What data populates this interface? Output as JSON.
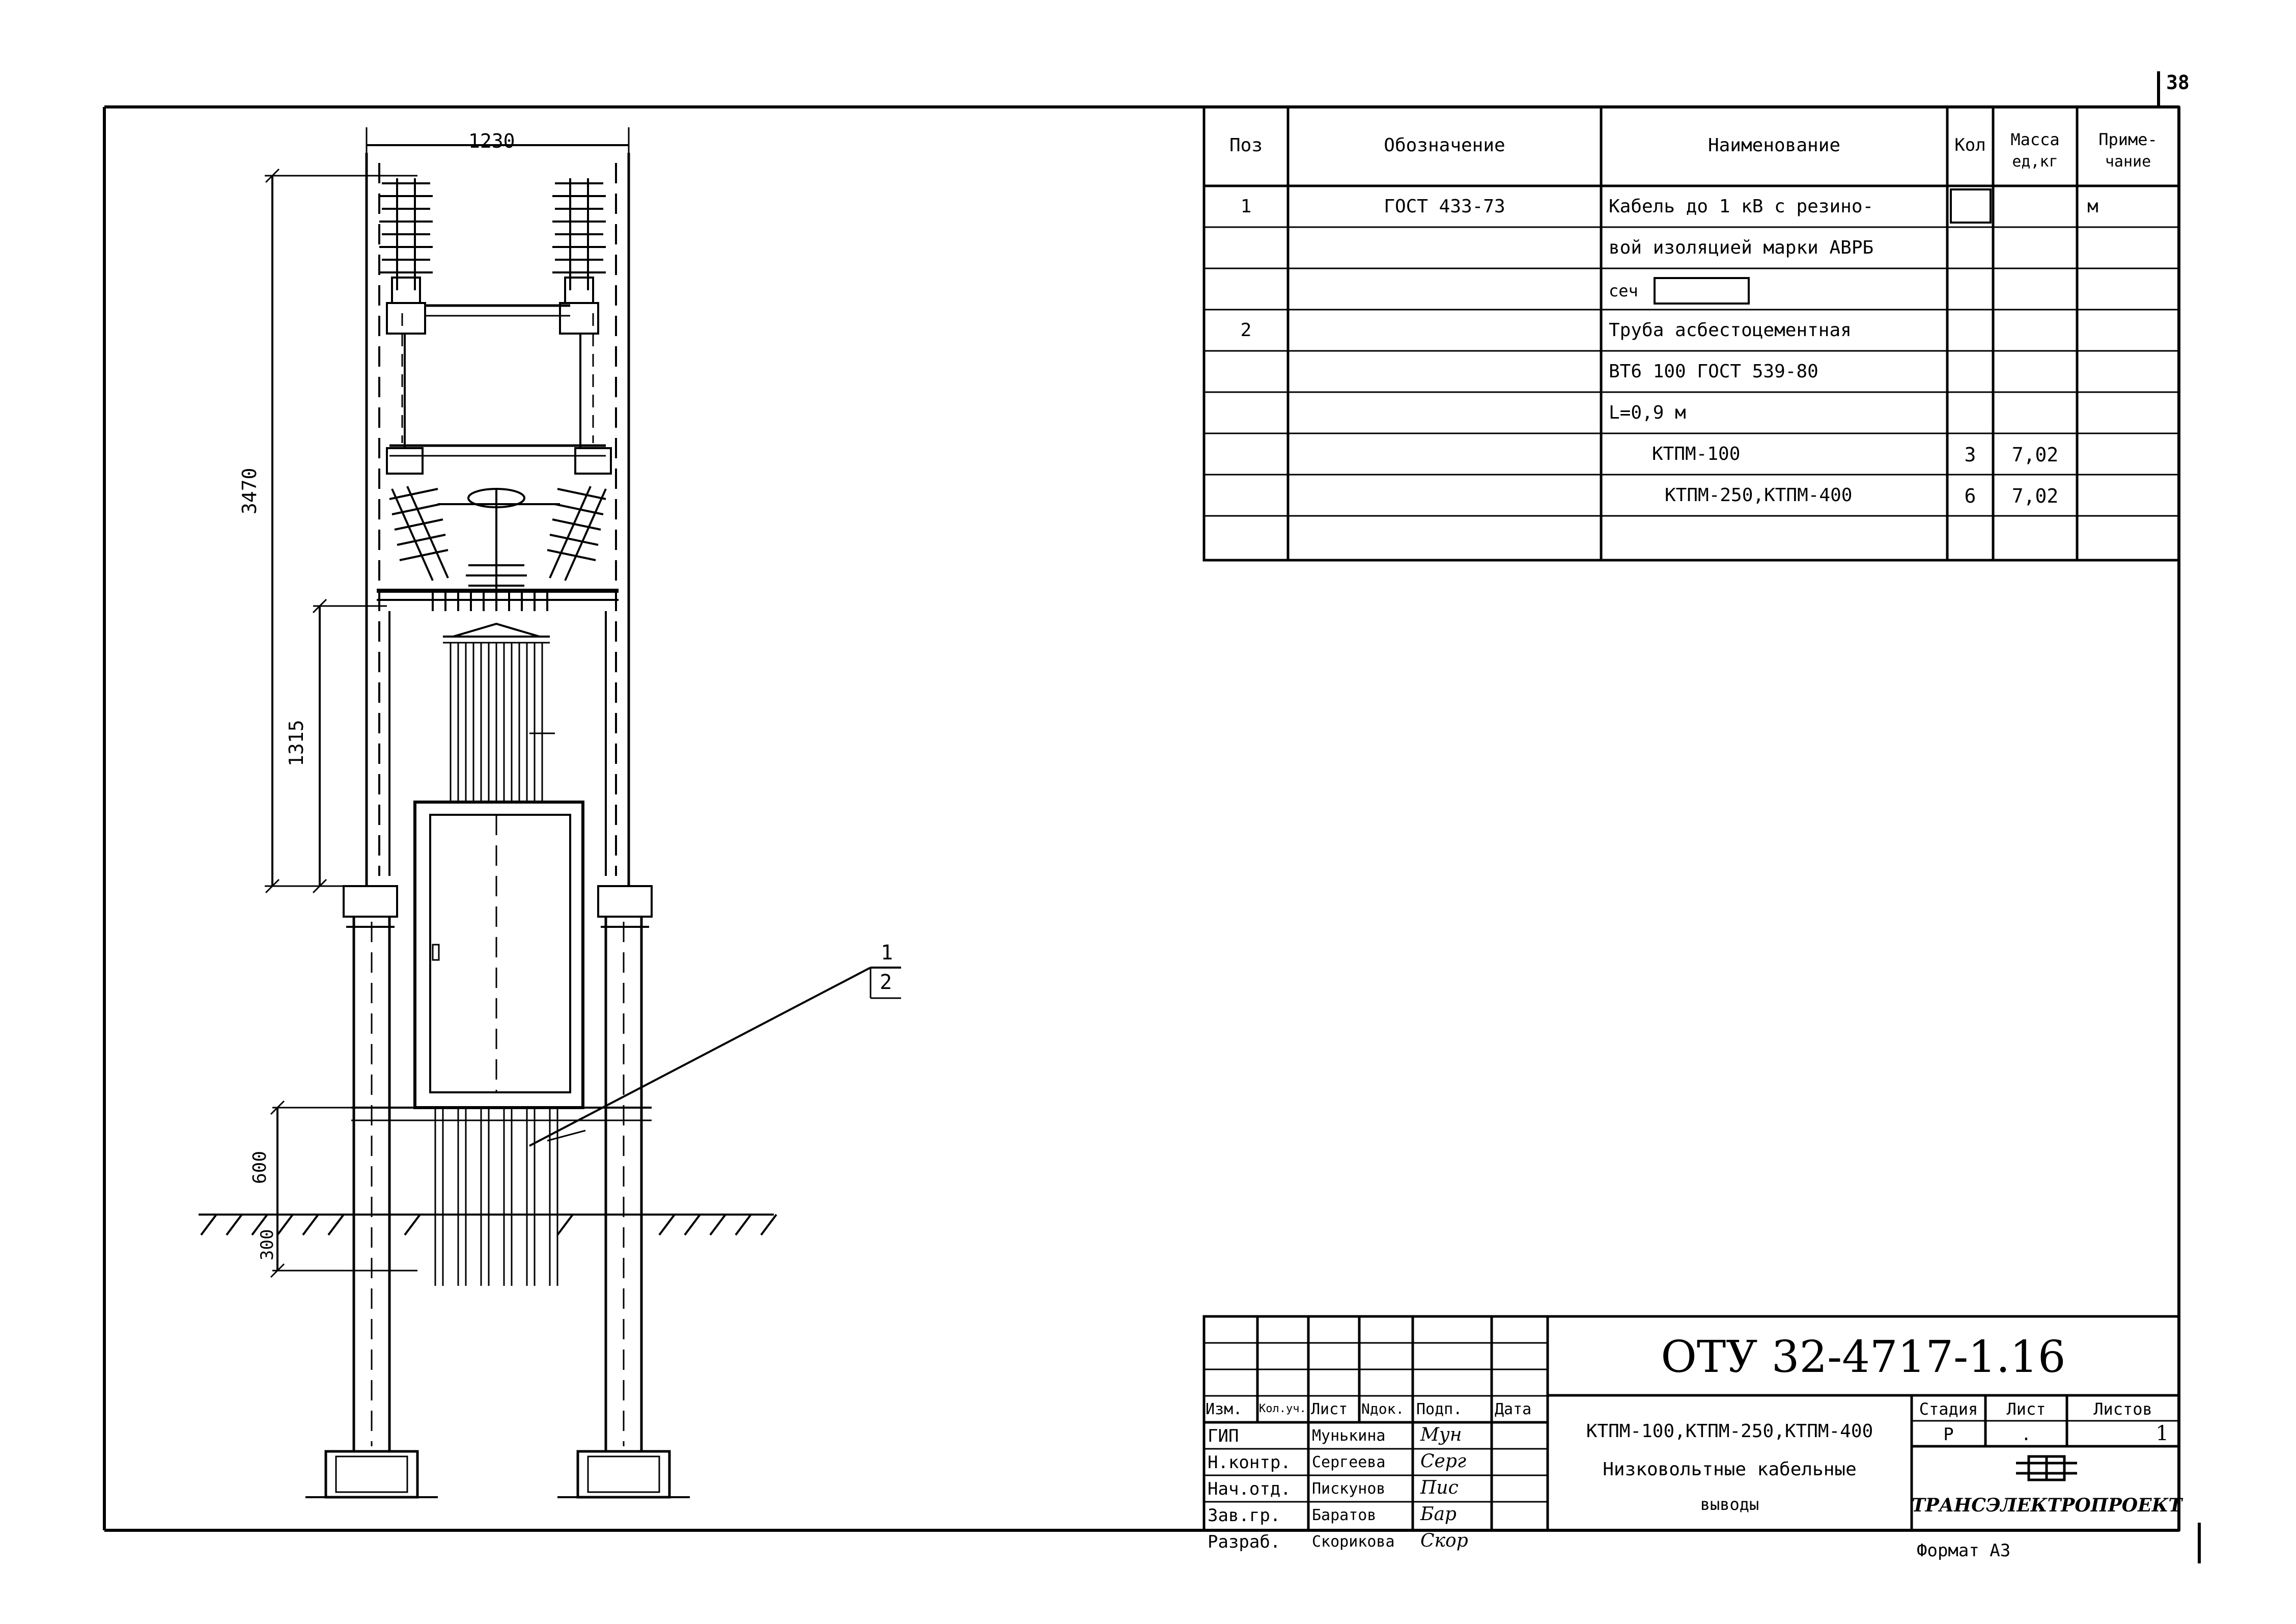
{
  "sheet_number": "38",
  "format_label": "Формат А3",
  "drawing": {
    "dims": {
      "width": "1230",
      "height": "3470",
      "transformer_zone": "1315",
      "depth_600": "600",
      "depth_300": "300"
    },
    "callouts": {
      "pos1": "1",
      "pos2": "2"
    }
  },
  "spec_table": {
    "headers": {
      "pos": "Поз",
      "designation": "Обозначение",
      "name": "Наименование",
      "qty": "Кол",
      "mass_line1": "Масса",
      "mass_line2": "ед,кг",
      "note_line1": "Приме-",
      "note_line2": "чание"
    },
    "rows": [
      {
        "pos": "1",
        "designation": "ГОСТ 433-73",
        "name": "Кабель до 1 кВ с резино-",
        "qty": "",
        "mass": "",
        "note": "м"
      },
      {
        "pos": "",
        "designation": "",
        "name": "вой изоляцией марки АВРБ",
        "qty": "",
        "mass": "",
        "note": ""
      },
      {
        "pos": "",
        "designation": "",
        "name": "сеч",
        "qty": "",
        "mass": "",
        "note": ""
      },
      {
        "pos": "2",
        "designation": "",
        "name": "Труба асбестоцементная",
        "qty": "",
        "mass": "",
        "note": ""
      },
      {
        "pos": "",
        "designation": "",
        "name": "ВТ6 100 ГОСТ 539-80",
        "qty": "",
        "mass": "",
        "note": ""
      },
      {
        "pos": "",
        "designation": "",
        "name": "L=0,9 м",
        "qty": "",
        "mass": "",
        "note": ""
      },
      {
        "pos": "",
        "designation": "",
        "name": "КТПМ-100",
        "qty": "3",
        "mass": "7,02",
        "note": ""
      },
      {
        "pos": "",
        "designation": "",
        "name": "КТПМ-250,КТПМ-400",
        "qty": "6",
        "mass": "7,02",
        "note": ""
      },
      {
        "pos": "",
        "designation": "",
        "name": "",
        "qty": "",
        "mass": "",
        "note": ""
      }
    ]
  },
  "title_block": {
    "document_code": "ОТУ 32-4717-1.16",
    "header_cols": [
      "Изм.",
      "Кол.уч.",
      "Лист",
      "Nдок.",
      "Подп.",
      "Дата"
    ],
    "staff": [
      {
        "role": "ГИП",
        "name": "Мунькина",
        "signature": "Мун"
      },
      {
        "role": "Н.контр.",
        "name": "Сергеева",
        "signature": "Серг"
      },
      {
        "role": "Нач.отд.",
        "name": "Пискунов",
        "signature": "Пис"
      },
      {
        "role": "Зав.гр.",
        "name": "Баратов",
        "signature": "Бар"
      },
      {
        "role": "Разраб.",
        "name": "Скорикова",
        "signature": "Скор"
      }
    ],
    "title_line1": "КТПМ-100,КТПМ-250,КТПМ-400",
    "title_line2": "Низковольтные кабельные",
    "title_line3": "выводы",
    "stage_label": "Стадия",
    "sheet_label": "Лист",
    "sheets_label": "Листов",
    "stage_value": "Р",
    "sheet_value": ".",
    "sheets_value": "1",
    "organization": "ТРАНСЭЛЕКТРОПРОЕКТ"
  },
  "colors": {
    "ink": "#000000",
    "paper": "#ffffff"
  }
}
